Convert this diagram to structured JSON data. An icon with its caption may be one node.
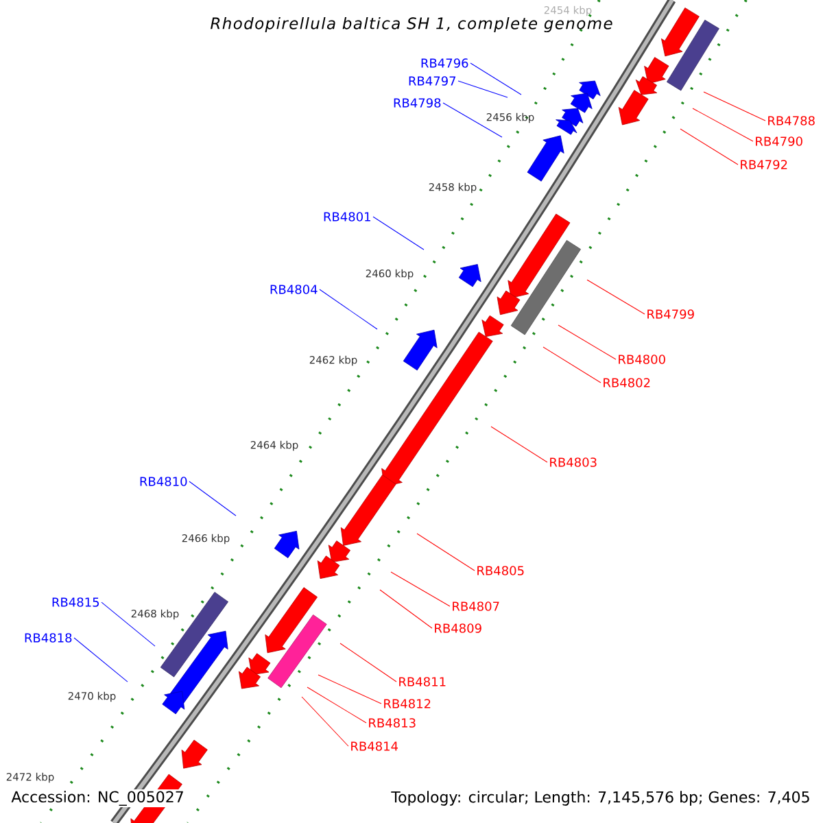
{
  "diagram": {
    "title": "Rhodopirellula baltica SH 1, complete genome",
    "nodes": [
      {
        "text": [
          "RB4796"
        ]
      },
      {
        "text": [
          "RB4797"
        ]
      },
      {
        "text": [
          "RB4798"
        ]
      },
      {
        "text": [
          "RB4788"
        ]
      },
      {
        "text": [
          "RB4790"
        ]
      },
      {
        "text": [
          "RB4792"
        ]
      },
      {
        "text": [
          "RB4801"
        ]
      },
      {
        "text": [
          "RB4804"
        ]
      },
      {
        "text": [
          "RB4799"
        ]
      },
      {
        "text": [
          "RB4800"
        ]
      },
      {
        "text": [
          "RB4802"
        ]
      },
      {
        "text": [
          "RB4803"
        ]
      },
      {
        "text": [
          "RB4810"
        ]
      },
      {
        "text": [
          "RB4805"
        ]
      },
      {
        "text": [
          "RB4815"
        ]
      },
      {
        "text": [
          "RB4807"
        ]
      },
      {
        "text": [
          "RB4809"
        ]
      },
      {
        "text": [
          "RB4818"
        ]
      },
      {
        "text": [
          "RB4811"
        ]
      },
      {
        "text": [
          "RB4812"
        ]
      },
      {
        "text": [
          "RB4813"
        ]
      },
      {
        "text": [
          "RB4814"
        ]
      }
    ],
    "edges": [
      {
        "from": 0,
        "to": null,
        "arrow": "none",
        "color": "#0000ff"
      },
      {
        "from": 1,
        "to": null,
        "arrow": "none",
        "color": "#0000ff"
      },
      {
        "from": 2,
        "to": null,
        "arrow": "none",
        "color": "#0000ff"
      },
      {
        "from": 3,
        "to": null,
        "arrow": "none"
      },
      {
        "from": 4,
        "to": null,
        "arrow": "none"
      },
      {
        "from": 5,
        "to": null,
        "arrow": "none"
      },
      {
        "from": 6,
        "to": null,
        "arrow": "none",
        "color": "#0000ff"
      },
      {
        "from": 7,
        "to": null,
        "arrow": "none",
        "color": "#0000ff"
      },
      {
        "from": 8,
        "to": null,
        "arrow": "none"
      },
      {
        "from": 9,
        "to": null,
        "arrow": "none"
      },
      {
        "from": 10,
        "to": null,
        "arrow": "none"
      },
      {
        "from": 11,
        "to": null,
        "arrow": "none"
      },
      {
        "from": 12,
        "to": null,
        "arrow": "none",
        "color": "#0000ff"
      },
      {
        "from": 13,
        "to": null,
        "arrow": "none"
      },
      {
        "from": 14,
        "to": null,
        "arrow": "none",
        "color": "#0000ff"
      },
      {
        "from": 15,
        "to": null,
        "arrow": "none"
      },
      {
        "from": 16,
        "to": null,
        "arrow": "none"
      },
      {
        "from": 17,
        "to": null,
        "arrow": "none",
        "color": "#0000ff"
      },
      {
        "from": 18,
        "to": null,
        "arrow": "none"
      },
      {
        "from": 19,
        "to": null,
        "arrow": "none"
      },
      {
        "from": 20,
        "to": null,
        "arrow": "none"
      },
      {
        "from": 21,
        "to": null,
        "arrow": "none"
      }
    ],
    "labels": [
      "2454 kbp",
      "2456 kbp",
      "2458 kbp",
      "2460 kbp",
      "2462 kbp",
      "2464 kbp",
      "2466 kbp",
      "2468 kbp",
      "2470 kbp",
      "2472 kbp",
      "Accession: NC_005027",
      "Topology: circular; Length: 7,145,576 bp; Genes: 7,405"
    ]
  }
}
